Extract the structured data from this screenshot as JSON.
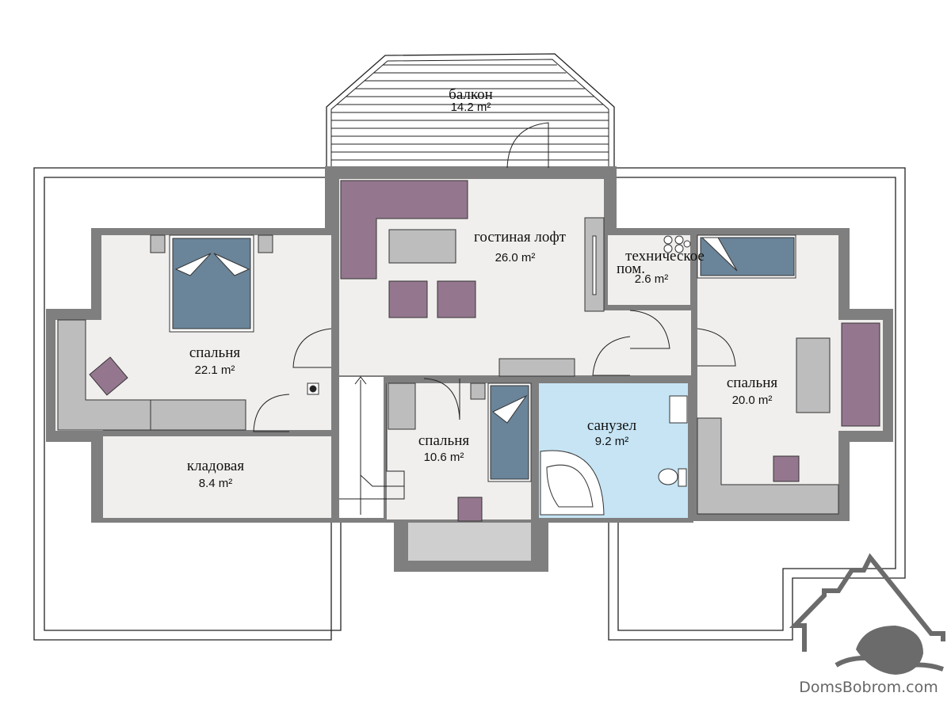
{
  "plan": {
    "rooms": [
      {
        "name": "балкон",
        "area": "14.2 m²"
      },
      {
        "name": "гостиная лофт",
        "area": "26.0 m²"
      },
      {
        "name": "техническое",
        "name2": "пом.",
        "area": "2.6 m²"
      },
      {
        "name": "спальня",
        "area": "22.1 m²"
      },
      {
        "name": "спальня",
        "area": "20.0 m²"
      },
      {
        "name": "кладовая",
        "area": "8.4 m²"
      },
      {
        "name": "спальня",
        "area": "10.6 m²"
      },
      {
        "name": "санузел",
        "area": "9.2 m²"
      }
    ]
  },
  "logo": {
    "text": "DomsBobrom.com"
  },
  "colors": {
    "wall": "#7f7f7f",
    "floor": "#f1efed",
    "bath": "#c6e4f4",
    "furniture": "#94778f",
    "bed": "#6a8499",
    "counter": "#bdbdbd"
  }
}
